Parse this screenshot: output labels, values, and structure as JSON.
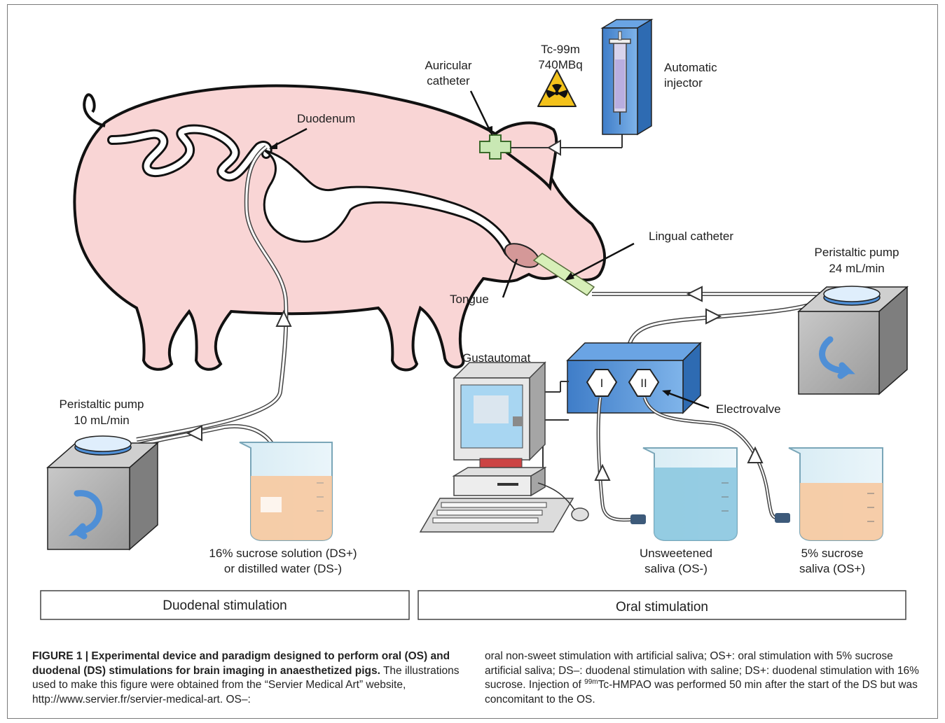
{
  "labels": {
    "tracer_line1": "Tc-99m",
    "tracer_line2": "740MBq",
    "auricular_line1": "Auricular",
    "auricular_line2": "catheter",
    "injector_line1": "Automatic",
    "injector_line2": "injector",
    "duodenum": "Duodenum",
    "lingual_catheter": "Lingual catheter",
    "tongue": "Tongue",
    "pump_right_line1": "Peristaltic pump",
    "pump_right_line2": "24 mL/min",
    "pump_left_line1": "Peristaltic pump",
    "pump_left_line2": "10 mL/min",
    "gustautomat": "Gustautomat",
    "electrovalve": "Electrovalve",
    "valve_1": "I",
    "valve_2": "II",
    "sucrose_solution_line1": "16% sucrose solution (DS+)",
    "sucrose_solution_line2": "or distilled water (DS-)",
    "unsweetened_line1": "Unsweetened",
    "unsweetened_line2": "saliva (OS-)",
    "sucrose_saliva_line1": "5% sucrose",
    "sucrose_saliva_line2": "saliva (OS+)"
  },
  "sections": {
    "duodenal": "Duodenal stimulation",
    "oral": "Oral stimulation"
  },
  "caption": {
    "title": "FIGURE 1 | Experimental device and paradigm designed to perform oral (OS) and duodenal (DS) stimulations for brain imaging in anaesthetized pigs.",
    "left_text": " The illustrations used to make this figure were obtained from the “Servier Medical Art” website, http://www.servier.fr/servier-medical-art. OS–:",
    "right_text_a": "oral non-sweet stimulation with artificial saliva; OS+: oral stimulation with 5% sucrose artificial saliva; DS–: duodenal stimulation with saline; DS+: duodenal stimulation with 16% sucrose. Injection of ",
    "right_sup": "99m",
    "right_text_b": "Tc-HMPAO was performed 50 min after the start of the DS but was concomitant to the OS."
  },
  "colors": {
    "pig": "#f9d5d5",
    "pump_box": "#a9a9a9",
    "box_blue": "#4f8fd6",
    "liquid_orange": "#f7c9a0",
    "liquid_blue": "#8cc8e0",
    "hazard": "#f3c21b"
  }
}
